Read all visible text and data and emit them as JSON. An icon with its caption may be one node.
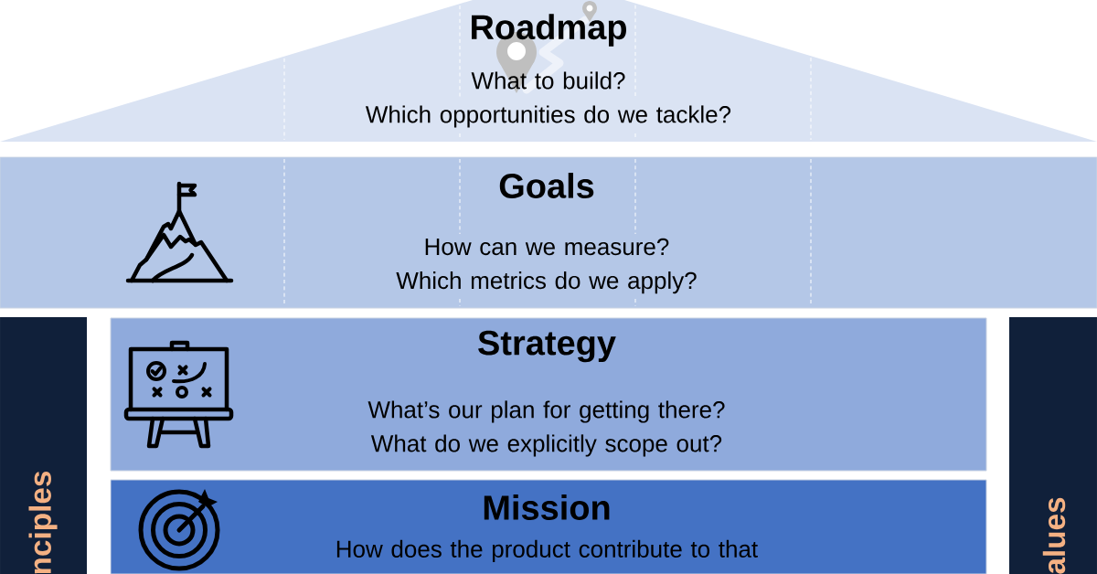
{
  "diagram": {
    "nodes": [
      {
        "text": [
          "Roadmap",
          "What to build? Which opportunities do we tackle?"
        ]
      },
      {
        "text": [
          "Goals",
          "How can we measure? Which metrics do we apply?"
        ]
      },
      {
        "text": [
          "nciples"
        ]
      },
      {
        "text": [
          "Strategy",
          "What’s our plan for getting there? What do we explicitly scope out?"
        ]
      },
      {
        "text": [
          "Mission",
          "How does the product contribute to that"
        ]
      },
      {
        "text": [
          "alues"
        ]
      }
    ]
  }
}
